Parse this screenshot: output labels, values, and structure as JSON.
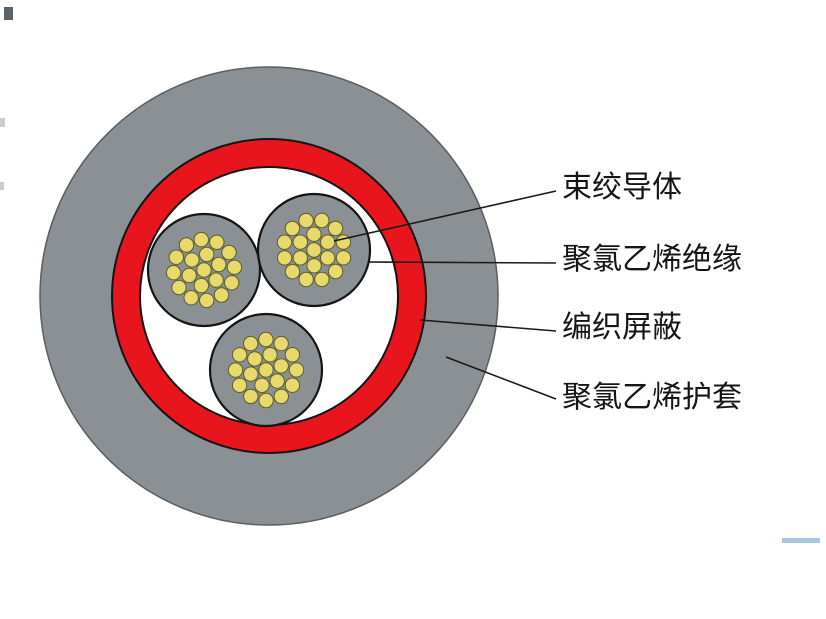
{
  "diagram": {
    "kind": "cable-cross-section",
    "labels": [
      {
        "text": "束绞导体"
      },
      {
        "text": "聚氯乙烯绝缘"
      },
      {
        "text": "编织屏蔽"
      },
      {
        "text": "聚氯乙烯护套"
      }
    ],
    "colors": {
      "sheath_gray": "#8b9094",
      "shield_red": "#e9151c",
      "inner_white": "#ffffff",
      "insulation_gray": "#8b9094",
      "conductor_yellow": "#e7d96a",
      "conductor_outline": "#5c5a2e",
      "outline_black": "#141414",
      "edge_gray": "#5a5e63",
      "artifact_blue": "#aac6e4",
      "artifact_gray": "#c8cdd2",
      "artifact_dark": "#5d6268"
    }
  }
}
